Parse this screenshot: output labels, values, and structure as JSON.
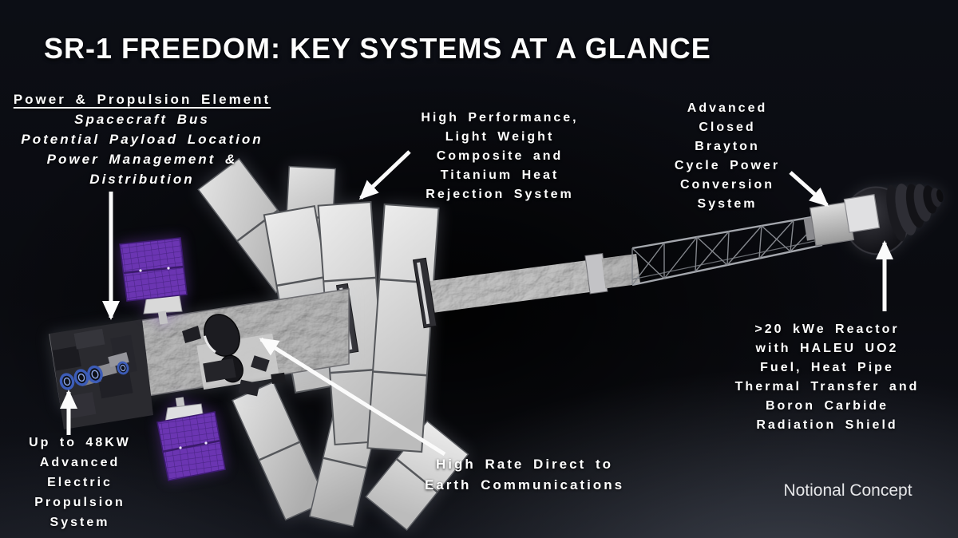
{
  "slide": {
    "title": "SR-1 FREEDOM: KEY SYSTEMS AT A GLANCE",
    "watermark": "Notional Concept",
    "callouts": {
      "ppe": {
        "heading": "Power & Propulsion Element",
        "lines": [
          "Spacecraft Bus",
          "Potential Payload Location",
          "Power Management &",
          "Distribution"
        ]
      },
      "heat_rejection": {
        "lines": [
          "High Performance,",
          "Light Weight",
          "Composite and",
          "Titanium Heat",
          "Rejection System"
        ]
      },
      "brayton": {
        "lines": [
          "Advanced",
          "Closed",
          "Brayton",
          "Cycle Power",
          "Conversion",
          "System"
        ]
      },
      "reactor": {
        "lines": [
          ">20 kWe Reactor",
          "with HALEU UO2",
          "Fuel, Heat Pipe",
          "Thermal Transfer and",
          "Boron Carbide",
          "Radiation Shield"
        ]
      },
      "electric_propulsion": {
        "lines": [
          "Up to 48KW",
          "Advanced",
          "Electric",
          "Propulsion",
          "System"
        ]
      },
      "communications": {
        "lines": [
          "High Rate Direct to",
          "Earth Communications"
        ]
      }
    },
    "colors": {
      "background": "#0b0d13",
      "text": "#ffffff",
      "arrow": "#fbfbfb",
      "solar_panel": "#6b35b2",
      "radiator_panel": "#d9d9d9",
      "thruster_blue": "#4a6fd4"
    }
  }
}
